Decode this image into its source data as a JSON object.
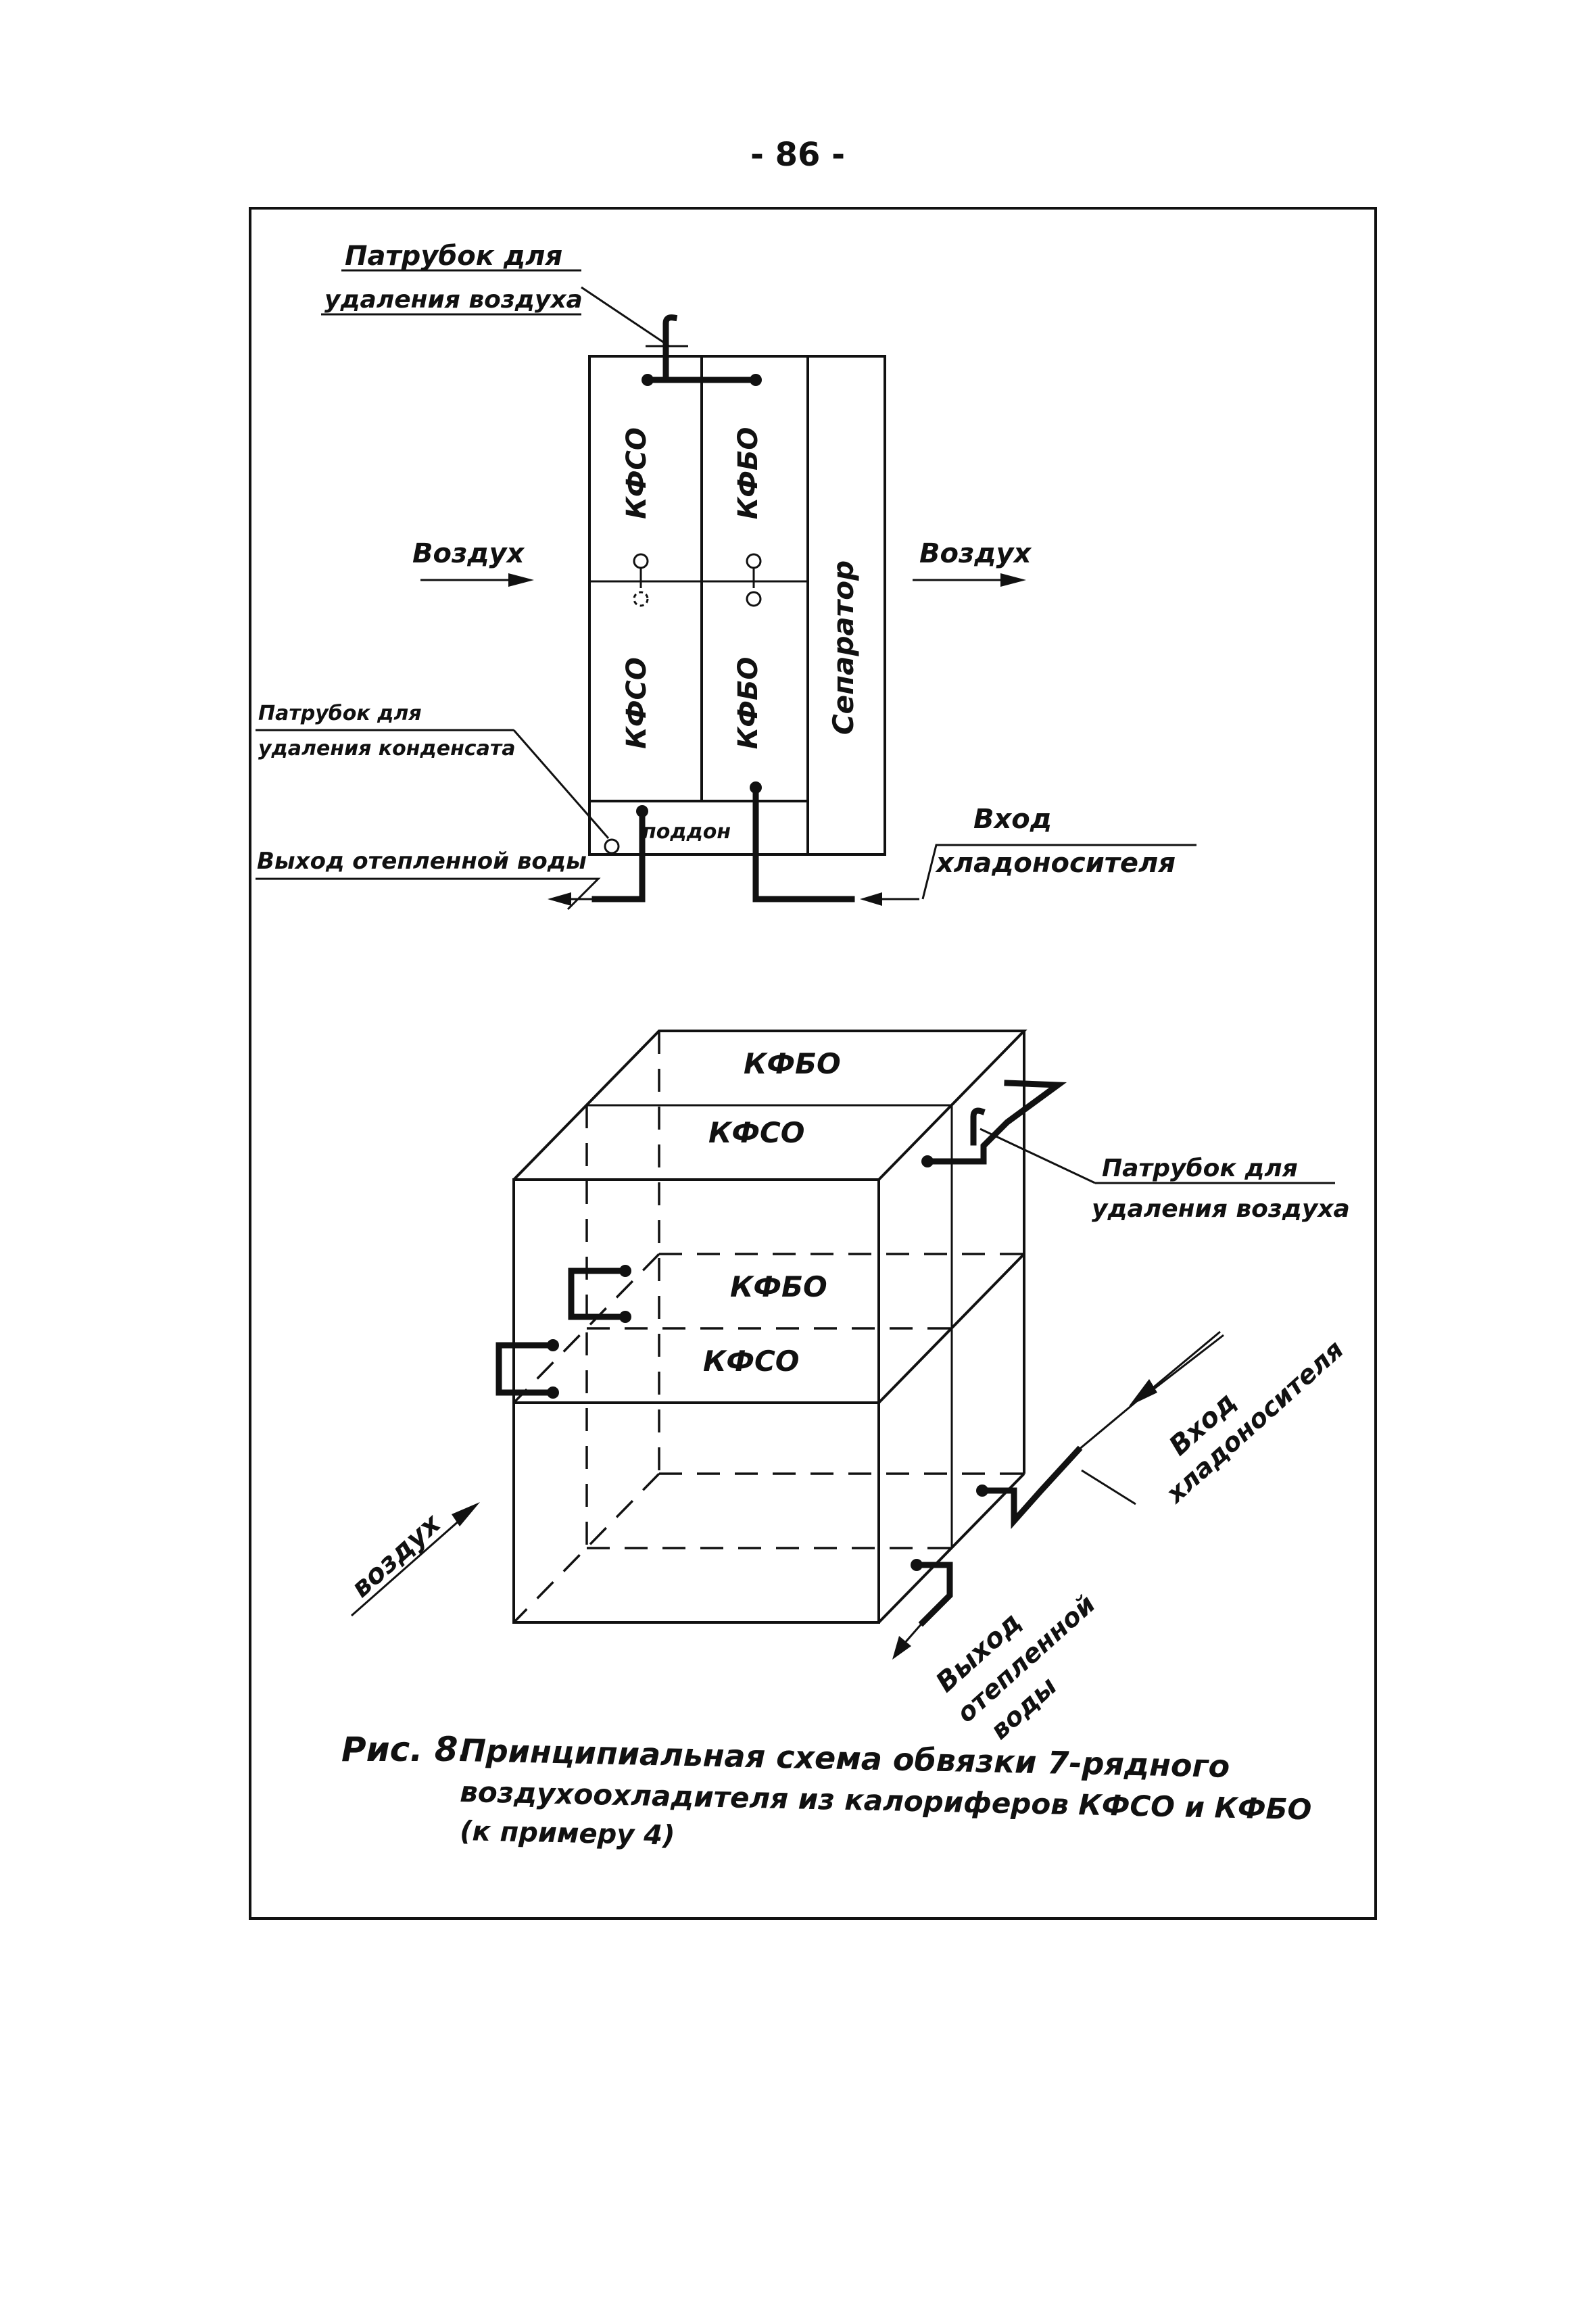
{
  "page_number": "- 86 -",
  "plan": {
    "air_vent_label_1": "Патрубок для",
    "air_vent_label_2": "удаления воздуха",
    "kfso_top": "КФСО",
    "kfbo_top": "КФБО",
    "kfso_bottom": "КФСО",
    "kfbo_bottom": "КФБО",
    "separator": "Сепаратор",
    "air_in": "Воздух",
    "air_out": "Воздух",
    "condensate_label_1": "Патрубок для",
    "condensate_label_2": "удаления конденсата",
    "tray": "поддон",
    "heated_water_out": "Выход отепленной воды",
    "coolant_in_1": "Вход",
    "coolant_in_2": "хладоносителя"
  },
  "iso": {
    "kfbo_top": "КФБО",
    "kfso_top": "КФСО",
    "kfbo_mid": "КФБО",
    "kfso_mid": "КФСО",
    "air_vent_label_1": "Патрубок для",
    "air_vent_label_2": "удаления воздуха",
    "coolant_in_1": "Вход",
    "coolant_in_2": "хладоносителя",
    "air": "воздух",
    "water_out_1": "Выход",
    "water_out_2": "отепленной",
    "water_out_3": "воды"
  },
  "caption": {
    "prefix": "Рис. 8.",
    "line1": "Принципиальная схема обвязки 7-рядного",
    "line2": "воздухоохладителя из калориферов КФСО и КФБО",
    "line3": "(к примеру 4)"
  }
}
